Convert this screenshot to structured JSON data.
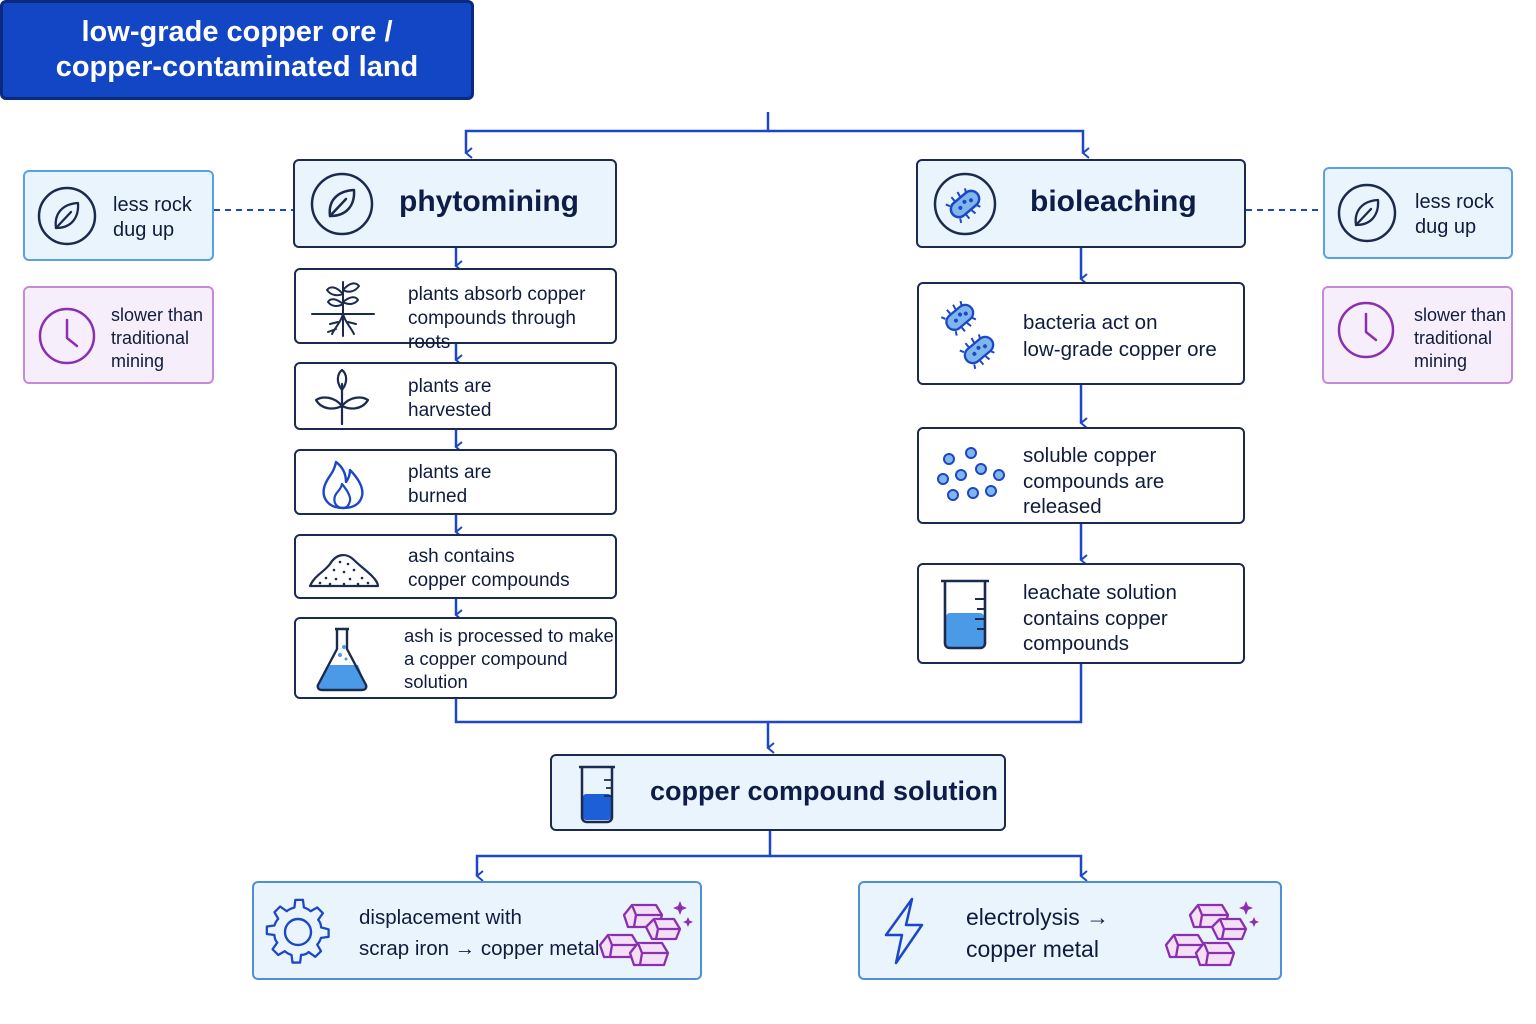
{
  "source": {
    "line1": "low-grade copper ore /",
    "line2": "copper-contaminated land"
  },
  "phytomining": {
    "title": "phytomining",
    "steps": [
      {
        "line1": "plants absorb copper",
        "line2": "compounds through roots"
      },
      {
        "line1": "plants are",
        "line2": "harvested"
      },
      {
        "line1": "plants are",
        "line2": "burned"
      },
      {
        "line1": "ash contains",
        "line2": "copper compounds"
      },
      {
        "line1": "ash is processed to make",
        "line2": "a copper compound",
        "line3": "solution"
      }
    ]
  },
  "bioleaching": {
    "title": "bioleaching",
    "steps": [
      {
        "line1": "bacteria act on",
        "line2": "low-grade copper ore"
      },
      {
        "line1": "soluble copper",
        "line2": "compounds are",
        "line3": "released"
      },
      {
        "line1": "leachate solution",
        "line2": "contains copper",
        "line3": "compounds"
      }
    ]
  },
  "left_notes": {
    "pro": {
      "line1": "less rock",
      "line2": "dug up"
    },
    "con": {
      "line1": "slower than",
      "line2": "traditional",
      "line3": "mining"
    }
  },
  "right_notes": {
    "pro": {
      "line1": "less rock",
      "line2": "dug up"
    },
    "con": {
      "line1": "slower than",
      "line2": "traditional",
      "line3": "mining"
    }
  },
  "solution": {
    "label": "copper compound solution"
  },
  "outputs": {
    "displacement": {
      "line1": "displacement with",
      "line2": "scrap iron → copper metal"
    },
    "electrolysis": {
      "line1": "electrolysis →",
      "line2": "copper metal"
    }
  },
  "colors": {
    "accent": "#1246c4",
    "line": "#1c47c6",
    "pale": "#eaf4fd",
    "purple": "#8a2fb0",
    "liquid": "#3d8ee6"
  }
}
